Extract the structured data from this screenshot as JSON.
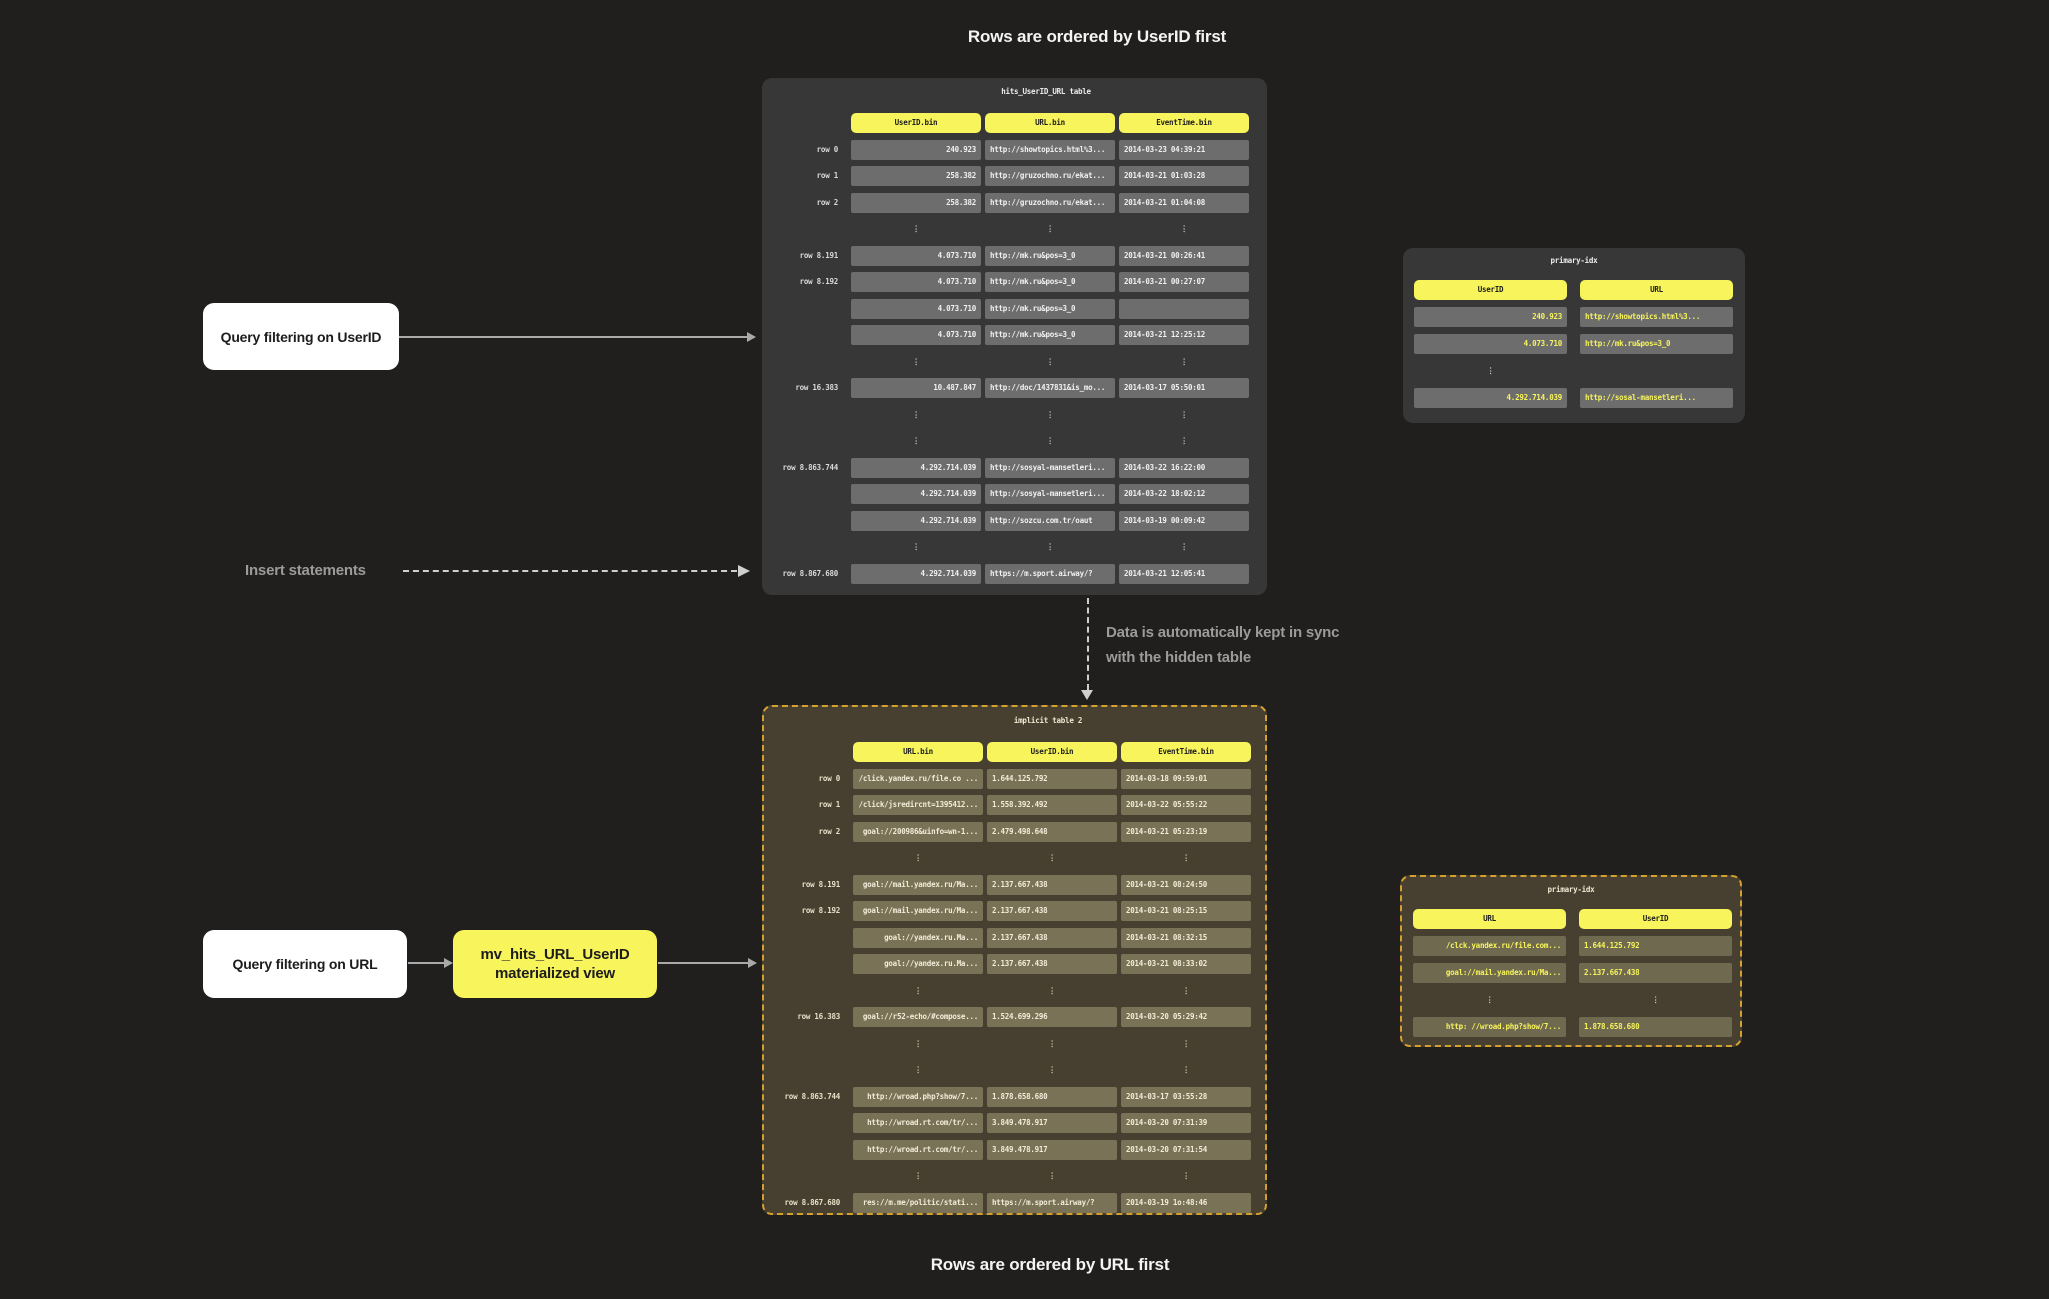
{
  "titles": {
    "top": "Rows are ordered by UserID first",
    "bottom": "Rows are ordered by URL first"
  },
  "annotations": {
    "query_userid": "Query filtering on UserID",
    "insert_statements": "Insert statements",
    "query_url": "Query filtering on URL",
    "mv_line1": "mv_hits_URL_UserID",
    "mv_line2": "materialized view",
    "sync_line1": "Data is automatically kept in sync",
    "sync_line2": "with the hidden table"
  },
  "glyphs": {
    "ellipsis": "⋮"
  },
  "colors": {
    "background": "#201f1d",
    "panel_dark": "#373737",
    "cell_dark": "#6d6d6d",
    "cell_text_dark": "#f1f1f1",
    "panel_olive": "#474030",
    "cell_olive": "#797256",
    "cell_text_olive": "#f2ecd9",
    "yellow": "#f7f45c",
    "yellow_text": "#1d1d1d",
    "gold_border": "#d4a02e",
    "label_gray": "#9b9b9b",
    "arrow_gray": "#a9a9a9",
    "arrow_light": "#cfcfcf",
    "title_white": "#f4f4f4",
    "row_label_dark": "#d9d9d9",
    "row_label_olive": "#e6e0c8",
    "ellipsis_dark": "#cfcfcf",
    "ellipsis_olive": "#d8d2b2",
    "white_box_bg": "#ffffff",
    "white_box_text": "#1d1d1d"
  },
  "tables": {
    "hits": {
      "title": "hits_UserID_URL table",
      "headers": [
        "UserID.bin",
        "URL.bin",
        "EventTime.bin"
      ],
      "rows": [
        {
          "label": "row 0",
          "cells": [
            "240.923",
            "http://showtopics.html%3...",
            "2014-03-23 04:39:21"
          ]
        },
        {
          "label": "row 1",
          "cells": [
            "258.382",
            "http://gruzochno.ru/ekat...",
            "2014-03-21 01:03:28"
          ]
        },
        {
          "label": "row 2",
          "cells": [
            "258.382",
            "http://gruzochno.ru/ekat...",
            "2014-03-21 01:04:08"
          ]
        },
        {
          "ellipsis": [
            1,
            1,
            1
          ]
        },
        {
          "label": "row 8.191",
          "cells": [
            "4.073.710",
            "http://mk.ru&pos=3_0",
            "2014-03-21 00:26:41"
          ]
        },
        {
          "label": "row 8.192",
          "cells": [
            "4.073.710",
            "http://mk.ru&pos=3_0",
            "2014-03-21 00:27:07"
          ]
        },
        {
          "label": "",
          "cells": [
            "4.073.710",
            "http://mk.ru&pos=3_0",
            ""
          ]
        },
        {
          "label": "",
          "cells": [
            "4.073.710",
            "http://mk.ru&pos=3_0",
            "2014-03-21 12:25:12"
          ]
        },
        {
          "ellipsis": [
            1,
            1,
            1
          ]
        },
        {
          "label": "row 16.383",
          "cells": [
            "10.487.847",
            "http://doc/1437831&is_mo...",
            "2014-03-17 05:50:01"
          ]
        },
        {
          "ellipsis": [
            1,
            1,
            1
          ]
        },
        {
          "ellipsis": [
            1,
            1,
            1
          ]
        },
        {
          "label": "row 8.863.744",
          "cells": [
            "4.292.714.039",
            "http://sosyal-mansetleri...",
            "2014-03-22 16:22:00"
          ]
        },
        {
          "label": "",
          "cells": [
            "4.292.714.039",
            "http://sosyal-mansetleri...",
            "2014-03-22 18:02:12"
          ]
        },
        {
          "label": "",
          "cells": [
            "4.292.714.039",
            "http://sozcu.com.tr/oaut",
            "2014-03-19 00:09:42"
          ]
        },
        {
          "ellipsis": [
            1,
            1,
            1
          ]
        },
        {
          "label": "row 8.867.680",
          "cells": [
            "4.292.714.039",
            "https://m.sport.airway/?",
            "2014-03-21 12:05:41"
          ]
        }
      ]
    },
    "implicit": {
      "title": "implicit table 2",
      "headers": [
        "URL.bin",
        "UserID.bin",
        "EventTime.bin"
      ],
      "rows": [
        {
          "label": "row 0",
          "cells": [
            "/click.yandex.ru/file.co ...",
            "1.644.125.792",
            "2014-03-18 09:59:01"
          ]
        },
        {
          "label": "row 1",
          "cells": [
            "/click/jsredircnt=1395412...",
            "1.558.392.492",
            "2014-03-22 05:55:22"
          ]
        },
        {
          "label": "row 2",
          "cells": [
            "goal://200986&uinfo=wn-1...",
            "2.479.498.648",
            "2014-03-21 05:23:19"
          ]
        },
        {
          "ellipsis": [
            1,
            1,
            1
          ]
        },
        {
          "label": "row 8.191",
          "cells": [
            "goal://mail.yandex.ru/Ma...",
            "2.137.667.438",
            "2014-03-21 08:24:50"
          ]
        },
        {
          "label": "row 8.192",
          "cells": [
            "goal://mail.yandex.ru/Ma...",
            "2.137.667.438",
            "2014-03-21 08:25:15"
          ]
        },
        {
          "label": "",
          "cells": [
            "goal://yandex.ru.Ma...",
            "2.137.667.438",
            "2014-03-21 08:32:15"
          ]
        },
        {
          "label": "",
          "cells": [
            "goal://yandex.ru.Ma...",
            "2.137.667.438",
            "2014-03-21 08:33:02"
          ]
        },
        {
          "ellipsis": [
            1,
            1,
            1
          ]
        },
        {
          "label": "row 16.383",
          "cells": [
            "goal://r52-echo/#compose...",
            "1.524.699.296",
            "2014-03-20 05:29:42"
          ]
        },
        {
          "ellipsis": [
            1,
            1,
            1
          ]
        },
        {
          "ellipsis": [
            1,
            1,
            1
          ]
        },
        {
          "label": "row 8.863.744",
          "cells": [
            "http://wroad.php?show/7...",
            "1.878.658.680",
            "2014-03-17 03:55:28"
          ]
        },
        {
          "label": "",
          "cells": [
            "http://wroad.rt.com/tr/...",
            "3.849.478.917",
            "2014-03-20 07:31:39"
          ]
        },
        {
          "label": "",
          "cells": [
            "http://wroad.rt.com/tr/...",
            "3.849.478.917",
            "2014-03-20 07:31:54"
          ]
        },
        {
          "ellipsis": [
            1,
            1,
            1
          ]
        },
        {
          "label": "row 8.867.680",
          "cells": [
            "res://m.me/politic/stati...",
            "https://m.sport.airway/?",
            "2014-03-19 1o:48:46"
          ]
        }
      ]
    },
    "primary_idx_top": {
      "title": "primary-idx",
      "headers": [
        "UserID",
        "URL"
      ],
      "rows": [
        {
          "cells": [
            "240.923",
            "http://showtopics.html%3..."
          ]
        },
        {
          "cells": [
            "4.073.710",
            "http://mk.ru&pos=3_0"
          ]
        },
        {
          "ellipsis": [
            1,
            0
          ]
        },
        {
          "cells": [
            "4.292.714.039",
            "http://sosal-mansetleri..."
          ]
        }
      ]
    },
    "primary_idx_bottom": {
      "title": "primary-idx",
      "headers": [
        "URL",
        "UserID"
      ],
      "rows": [
        {
          "cells": [
            "/clck.yandex.ru/file.com...",
            "1.644.125.792"
          ]
        },
        {
          "cells": [
            "goal://mail.yandex.ru/Ma...",
            "2.137.667.438"
          ]
        },
        {
          "ellipsis": [
            1,
            1
          ]
        },
        {
          "cells": [
            "http: //wroad.php?show/7...",
            "1.878.658.680"
          ]
        }
      ]
    }
  }
}
